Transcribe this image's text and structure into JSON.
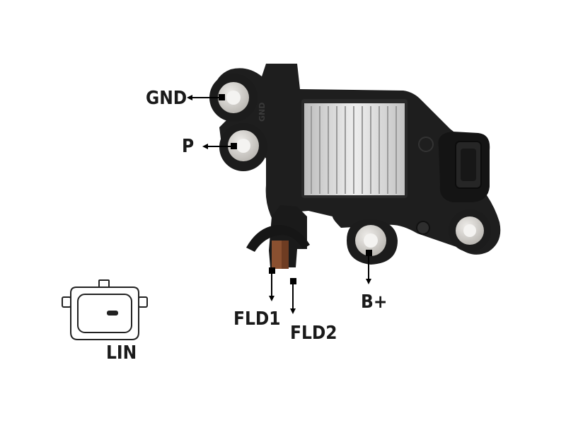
{
  "labels": {
    "gnd": "GND",
    "p": "P",
    "fld1": "FLD1",
    "fld2": "FLD2",
    "bplus": "B+",
    "lin": "LIN"
  },
  "colors": {
    "housing": "#1e1e1e",
    "heatsink": "#d9d9d9",
    "terminal_copper": "#8a5030",
    "washer": "#d4d2cd",
    "text": "#1a1a1a"
  },
  "icons": [
    "arrow-left-icon",
    "arrow-down-icon",
    "connector-pin-icon"
  ]
}
